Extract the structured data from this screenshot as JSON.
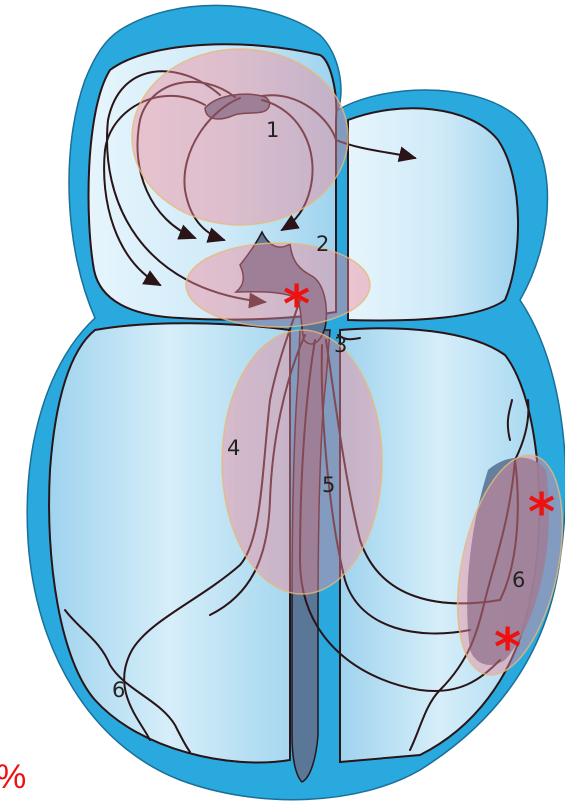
{
  "labels": [
    "1",
    "2",
    "3",
    "4",
    "5",
    "6",
    "6"
  ],
  "marker_glyph": "*",
  "corner_text": "%",
  "colors": {
    "wall": "#29a9dd",
    "chamber_light": "#d2ecf8",
    "chamber_mid": "#9fd3ee",
    "conduction_fill": "#5b7797",
    "highlight": "#f08a9a",
    "marker": "#ee1111",
    "fiber": "#2a1418"
  },
  "icons": [
    "asterisk-marker"
  ]
}
